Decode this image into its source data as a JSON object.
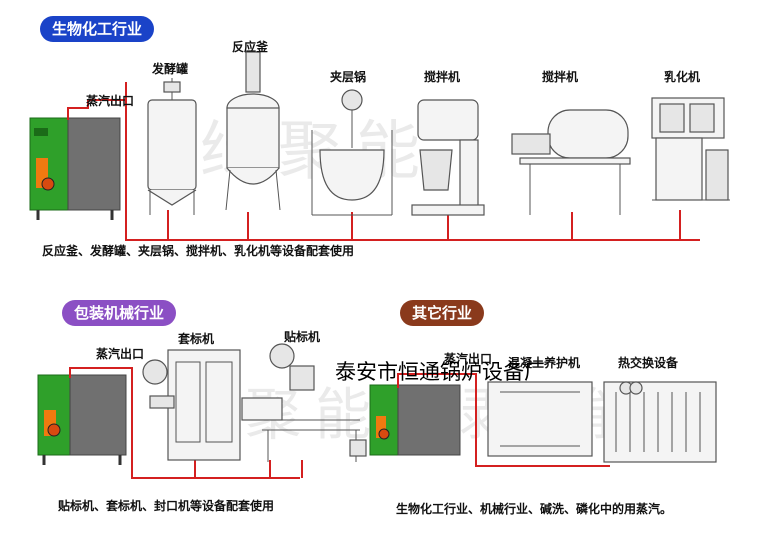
{
  "sections": [
    {
      "title": "生物化工行业",
      "color": "#1a43c8",
      "outlet_label": "蒸汽出口",
      "equipment": [
        "发酵罐",
        "反应釜",
        "夹层锅",
        "搅拌机",
        "搅拌机",
        "乳化机"
      ],
      "caption": "反应釜、发酵罐、夹层锅、搅拌机、乳化机等设备配套使用"
    },
    {
      "title": "包装机械行业",
      "color": "#8b4fc4",
      "outlet_label": "蒸汽出口",
      "equipment": [
        "套标机",
        "贴标机"
      ],
      "caption": "贴标机、套标机、封口机等设备配套使用"
    },
    {
      "title": "其它行业",
      "color": "#8a3a1c",
      "outlet_label": "蒸汽出口",
      "equipment": [
        "混凝土养护机",
        "热交换设备"
      ],
      "caption": "生物化工行业、机械行业、碱洗、磷化中的用蒸汽。"
    }
  ],
  "overlay_text": "泰安市恒通锅炉设备厂",
  "watermark": "绿聚能",
  "colors": {
    "pipe": "#d42020",
    "boiler_green": "#2fa02a",
    "boiler_gray": "#6a6a6a"
  }
}
